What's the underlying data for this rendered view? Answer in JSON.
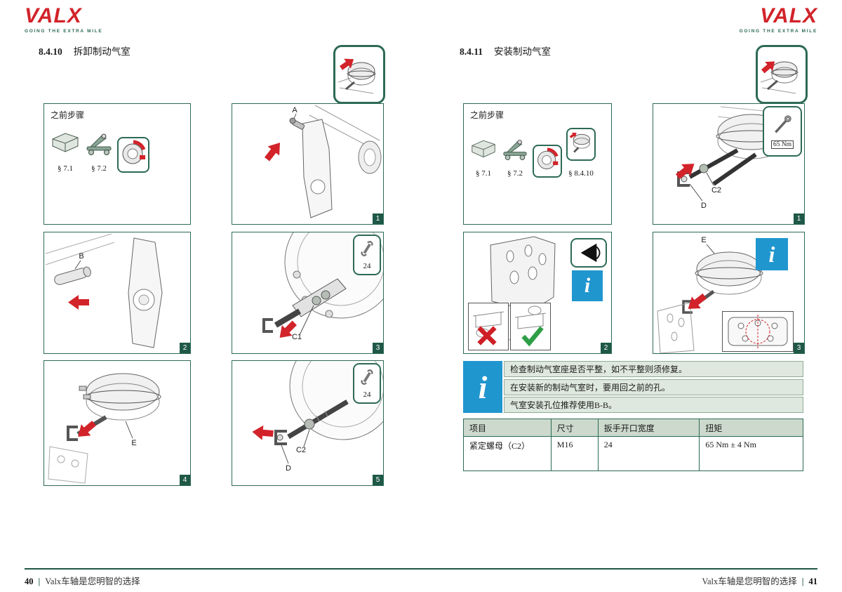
{
  "colors": {
    "brand_green": "#2d6a55",
    "brand_red": "#d2232a",
    "info_blue": "#2096cf",
    "table_header_bg": "#ccd9cc",
    "info_row_bg": "#dfe8df"
  },
  "branding": {
    "logo_text": "VALX",
    "tagline": "GOING THE EXTRA MILE"
  },
  "left_page": {
    "section_number": "8.4.10",
    "section_title": "拆卸制动气室",
    "header_icon": "brake-chamber-remove-thumbnail",
    "prev_steps": {
      "title": "之前步骤",
      "icons": [
        "support-stand-icon",
        "trolley-jack-icon",
        "brake-assembly-icon"
      ],
      "refs": [
        "§ 7.1",
        "§ 7.2"
      ]
    },
    "panels": [
      {
        "number": "1",
        "labels": [
          "A"
        ]
      },
      {
        "number": "2",
        "labels": [
          "B"
        ]
      },
      {
        "number": "3",
        "labels": [
          "C1"
        ],
        "wrench_size": "24"
      },
      {
        "number": "4",
        "labels": [
          "E"
        ]
      },
      {
        "number": "5",
        "labels": [
          "C2",
          "D"
        ],
        "wrench_size": "24"
      }
    ]
  },
  "right_page": {
    "section_number": "8.4.11",
    "section_title": "安装制动气室",
    "header_icon": "brake-chamber-install-thumbnail",
    "prev_steps": {
      "title": "之前步骤",
      "icons": [
        "support-stand-icon",
        "trolley-jack-icon",
        "brake-assembly-icon",
        "brake-chamber-icon"
      ],
      "refs": [
        "§ 7.1",
        "§ 7.2",
        "§ 8.4.10"
      ]
    },
    "panels": [
      {
        "number": "1",
        "labels": [
          "C2",
          "D"
        ],
        "torque": "65 Nm"
      },
      {
        "number": "2",
        "labels": []
      },
      {
        "number": "3",
        "labels": [
          "E"
        ]
      }
    ],
    "info": {
      "lines": [
        "检查制动气室座是否平整，如不平整则须修复。",
        "在安装新的制动气室时，要用回之前的孔。",
        "气室安装孔位推荐使用B-B。"
      ]
    },
    "table": {
      "headers": [
        "项目",
        "尺寸",
        "扳手开口宽度",
        "扭矩"
      ],
      "rows": [
        [
          "紧定螺母（C2）",
          "M16",
          "24",
          "65 Nm ± 4 Nm"
        ]
      ]
    }
  },
  "footer": {
    "left_page_number": "40",
    "right_page_number": "41",
    "separator": "|",
    "slogan": "Valx车轴是您明智的选择"
  }
}
